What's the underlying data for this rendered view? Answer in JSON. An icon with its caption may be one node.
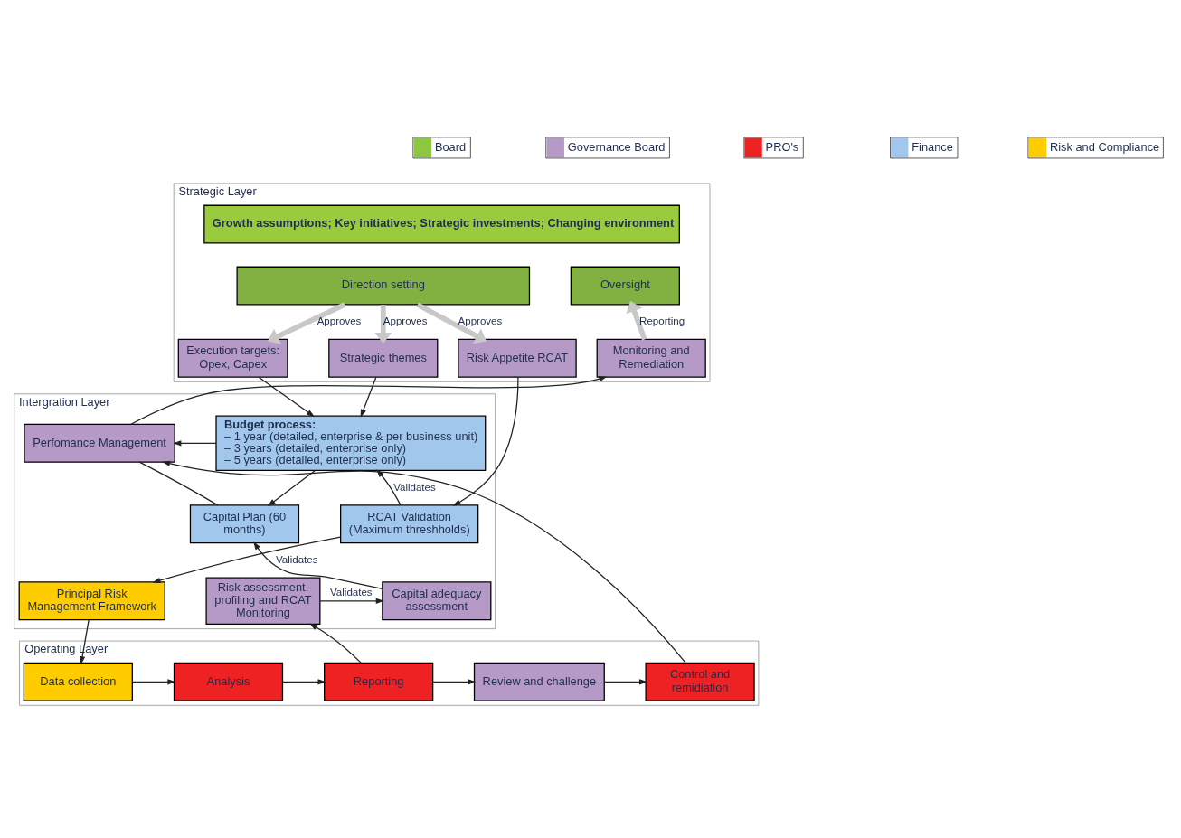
{
  "diagram": {
    "nodes": [
      {
        "text": [
          "Strategic Layer"
        ]
      },
      {
        "text": [
          "Growth assumptions; Key initiatives; Strategic investments; Changing environment"
        ],
        "in": 0
      },
      {
        "text": [
          "Direction setting"
        ],
        "in": 0
      },
      {
        "text": [
          "Oversight"
        ],
        "in": 0
      },
      {
        "text": [
          "Risk Appetite RCAT"
        ],
        "in": 0
      },
      {
        "text": [
          "Execution targets: Opex, Capex"
        ],
        "in": 0
      },
      {
        "text": [
          "Strategic themes"
        ],
        "in": 0
      },
      {
        "text": [
          "Monitoring and Remediation"
        ],
        "in": 0
      },
      {
        "text": [
          "Intergration Layer"
        ]
      },
      {
        "text": [
          "Budget process:",
          "– 1 year (detailed, enterprise & per business unit)",
          "– 3 years (detailed, enterprise only)",
          "– 5 years (detailed, enterprise only)"
        ],
        "in": 8
      },
      {
        "text": [
          "Perfomance Management"
        ],
        "in": 8
      },
      {
        "text": [
          "RCAT Validation (Maximum threshholds)"
        ],
        "in": 8
      },
      {
        "text": [
          "Capital Plan (60 months)"
        ],
        "in": 8
      },
      {
        "text": [
          "Principal Risk Management Framework"
        ],
        "in": 8
      },
      {
        "text": [
          "Risk assessment, profiling and RCAT Monitoring"
        ],
        "in": 8
      },
      {
        "text": [
          "Capital adequacy assessment"
        ],
        "in": 8
      },
      {
        "text": [
          "Operating Layer"
        ]
      },
      {
        "text": [
          "Data collection"
        ],
        "in": 16
      },
      {
        "text": [
          "Analysis"
        ],
        "in": 16
      },
      {
        "text": [
          "Reporting"
        ],
        "in": 16
      },
      {
        "text": [
          "Review and challenge"
        ],
        "in": 16
      },
      {
        "text": [
          "Control and remidiation"
        ],
        "in": 16
      }
    ],
    "edges": [
      {
        "from": 2,
        "to": 4,
        "arrow": "to",
        "label": "Approves",
        "style": "thick",
        "color": "#c8c8c8"
      },
      {
        "from": 2,
        "to": 5,
        "arrow": "to",
        "label": "Approves",
        "style": "thick",
        "color": "#c8c8c8"
      },
      {
        "from": 2,
        "to": 6,
        "arrow": "to",
        "label": "Approves",
        "style": "thick",
        "color": "#c8c8c8"
      },
      {
        "from": 7,
        "to": 3,
        "arrow": "to",
        "label": "Reporting",
        "style": "thick",
        "color": "#c8c8c8"
      },
      {
        "from": 4,
        "to": 11,
        "arrow": "to"
      },
      {
        "from": 5,
        "to": 9,
        "arrow": "to"
      },
      {
        "from": 6,
        "to": 9,
        "arrow": "to"
      },
      {
        "from": 9,
        "to": 10,
        "arrow": "to"
      },
      {
        "from": 9,
        "to": 12,
        "arrow": "to"
      },
      {
        "from": 10,
        "to": 7,
        "arrow": "to"
      },
      {
        "from": 12,
        "to": 10,
        "arrow": "none"
      },
      {
        "from": 11,
        "to": 9,
        "arrow": "to",
        "label": "Validates"
      },
      {
        "from": 11,
        "to": 13,
        "arrow": "to"
      },
      {
        "from": 13,
        "to": 17,
        "arrow": "to"
      },
      {
        "from": 14,
        "to": 15,
        "arrow": "to",
        "label": "Validates"
      },
      {
        "from": 15,
        "to": 12,
        "arrow": "to",
        "label": "Validates"
      },
      {
        "from": 19,
        "to": 14,
        "arrow": "to"
      },
      {
        "from": 17,
        "to": 18,
        "arrow": "to"
      },
      {
        "from": 18,
        "to": 19,
        "arrow": "to"
      },
      {
        "from": 19,
        "to": 20,
        "arrow": "to"
      },
      {
        "from": 20,
        "to": 21,
        "arrow": "to"
      },
      {
        "from": 21,
        "to": 10,
        "arrow": "to"
      }
    ],
    "legend": [
      {
        "text": "Board",
        "color": "#8dc63f"
      },
      {
        "text": "Governance Board",
        "color": "#b59ac8"
      },
      {
        "text": "PRO's",
        "color": "#ee2222"
      },
      {
        "text": "Finance",
        "color": "#a1c8ec"
      },
      {
        "text": "Risk and Compliance",
        "color": "#ffcc00"
      }
    ]
  }
}
